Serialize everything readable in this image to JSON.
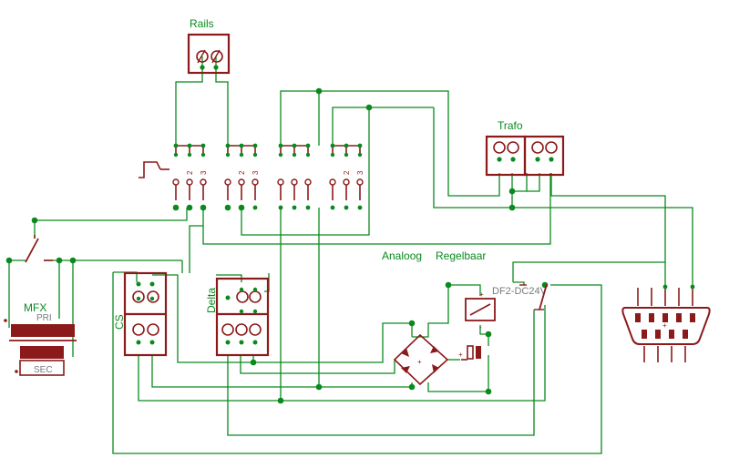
{
  "labels": {
    "rails": "Rails",
    "trafo": "Trafo",
    "analoog": "Analoog",
    "regelbaar": "Regelbaar",
    "mfx": "MFX",
    "pri": "PRI",
    "sec": "SEC",
    "cs": "CS",
    "delta": "Delta",
    "relay": "DF2-DC24V"
  },
  "switch_pin_numbers": [
    "2",
    "3"
  ],
  "colors": {
    "wire": "#0a8a1e",
    "component": "#8b1a1a",
    "background": "#ffffff"
  }
}
